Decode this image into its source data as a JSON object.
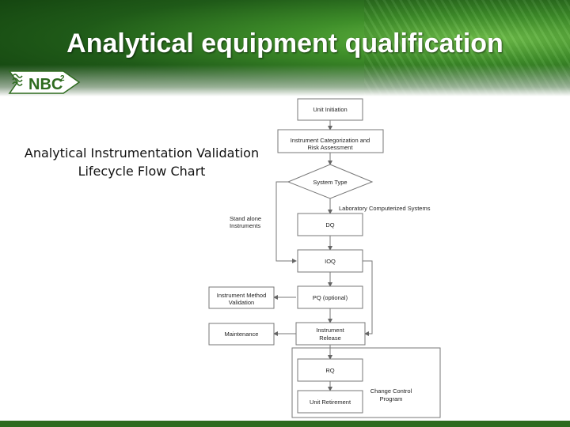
{
  "slide": {
    "title": "Analytical equipment qualification",
    "logo_text": "NBC",
    "logo_superscript": "2",
    "caption_line1": "Analytical Instrumentation Validation",
    "caption_line2": "Lifecycle Flow Chart"
  },
  "flowchart": {
    "unit_initiation": "Unit Initiation",
    "categorization_line1": "Instrument Categorization and",
    "categorization_line2": "Risk Assessment",
    "system_type": "System Type",
    "laboratory_systems": "Laboratory Computerized Systems",
    "standalone_line1": "Stand alone",
    "standalone_line2": "Instruments",
    "dq": "DQ",
    "ioq": "IOQ",
    "pq": "PQ (optional)",
    "method_validation_line1": "Instrument Method",
    "method_validation_line2": "Validation",
    "maintenance": "Maintenance",
    "release_line1": "Instrument",
    "release_line2": "Release",
    "rq": "RQ",
    "unit_retirement": "Unit Retirement",
    "change_control_line1": "Change Control",
    "change_control_line2": "Program"
  }
}
